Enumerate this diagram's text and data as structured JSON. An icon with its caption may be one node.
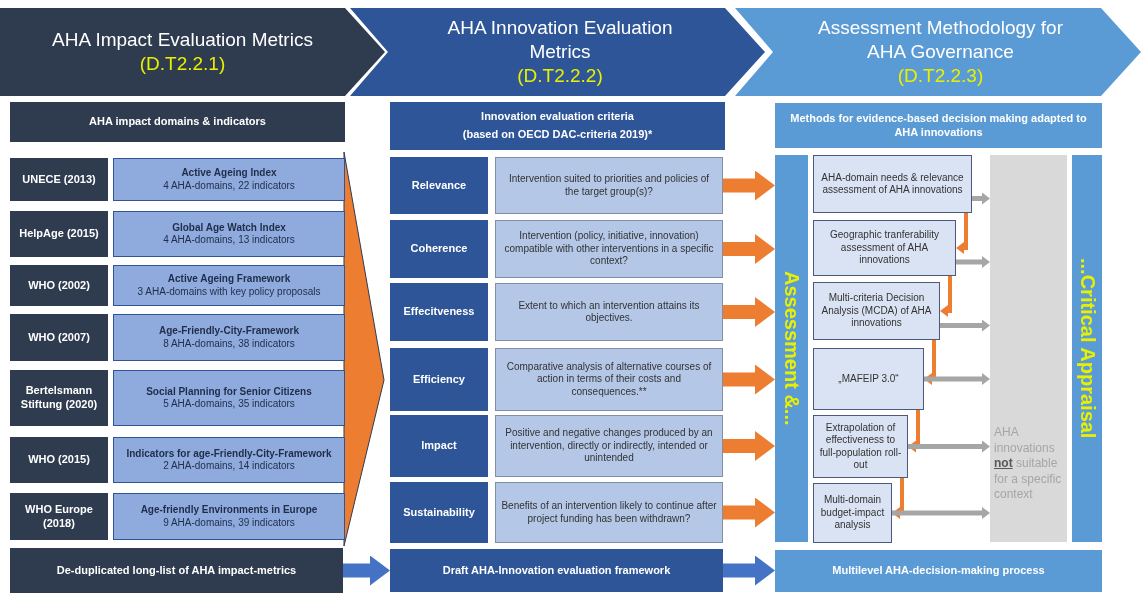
{
  "diagram": {
    "nodes": [
      {
        "text": [
          "AHA Impact Evaluation Metrics",
          "(D.T2.2.1)"
        ]
      },
      {
        "text": [
          "AHA Innovation Evaluation Metrics",
          "(D.T2.2.2)"
        ]
      },
      {
        "text": [
          "Assessment Methodology for AHA Governance",
          "(D.T2.2.3)"
        ]
      },
      {
        "text": [
          "AHA impact domains & indicators"
        ]
      },
      {
        "text": [
          "UNECE (2013)"
        ]
      },
      {
        "text": [
          "Active Ageing Index",
          "4 AHA-domains, 22 indicators"
        ]
      },
      {
        "text": [
          "HelpAge (2015)"
        ]
      },
      {
        "text": [
          "Global Age Watch Index",
          "4 AHA-domains, 13 indicators"
        ]
      },
      {
        "text": [
          "WHO (2002)"
        ]
      },
      {
        "text": [
          "Active Ageing Framework",
          "3 AHA-domains with key policy proposals"
        ]
      },
      {
        "text": [
          "WHO (2007)"
        ]
      },
      {
        "text": [
          "Age-Friendly-City-Framework",
          "8 AHA-domains, 38 indicators"
        ]
      },
      {
        "text": [
          "Bertelsmann Stiftung (2020)"
        ]
      },
      {
        "text": [
          "Social Planning for Senior Citizens",
          "5 AHA-domains, 35 indicators"
        ]
      },
      {
        "text": [
          "WHO (2015)"
        ]
      },
      {
        "text": [
          "Indicators for age-Friendly-City-Framework",
          "2 AHA-domains, 14 indicators"
        ]
      },
      {
        "text": [
          "WHO Europe (2018)"
        ]
      },
      {
        "text": [
          "Age-friendly Environments in Europe",
          "9 AHA-domains, 39 indicators"
        ]
      },
      {
        "text": [
          "De-duplicated long-list of AHA impact-metrics"
        ]
      },
      {
        "text": [
          "Innovation evaluation criteria",
          "(based on OECD DAC-criteria 2019)*"
        ]
      },
      {
        "text": [
          "Relevance"
        ]
      },
      {
        "text": [
          "Intervention suited to priorities and policies of the target group(s)?"
        ]
      },
      {
        "text": [
          "Coherence"
        ]
      },
      {
        "text": [
          "Intervention (policy, initiative, innovation) compatible with other interventions in a specific context?"
        ]
      },
      {
        "text": [
          "Effecitveness"
        ]
      },
      {
        "text": [
          "Extent to which an intervention attains its objectives."
        ]
      },
      {
        "text": [
          "Efficiency"
        ]
      },
      {
        "text": [
          "Comparative analysis of alternative courses of action in terms of their costs and consequences.**"
        ]
      },
      {
        "text": [
          "Impact"
        ]
      },
      {
        "text": [
          "Positive and negative changes produced by an intervention, directly or indirectly, intended or unintended"
        ]
      },
      {
        "text": [
          "Sustainability"
        ]
      },
      {
        "text": [
          "Benefits of an intervention likely to continue after project funding has been withdrawn?"
        ]
      },
      {
        "text": [
          "Draft AHA-Innovation evaluation framework"
        ]
      },
      {
        "text": [
          "Methods for evidence-based decision making adapted to AHA innovations"
        ]
      },
      {
        "text": [
          "Assessment &..."
        ]
      },
      {
        "text": [
          "AHA-domain needs & relevance assessment of AHA innovations"
        ]
      },
      {
        "text": [
          "Geographic tranferability assessment of AHA innovations"
        ]
      },
      {
        "text": [
          "Multi-criteria Decision Analysis (MCDA) of AHA innovations"
        ]
      },
      {
        "text": [
          "„MAFEIP 3.0“"
        ]
      },
      {
        "text": [
          "Extrapolation of effectiveness to full-population roll-out"
        ]
      },
      {
        "text": [
          "Multi-domain budget-impact analysis"
        ]
      },
      {
        "text": [
          "AHA innovations **not** suitable for a specific context"
        ]
      },
      {
        "text": [
          "...Critical Appraisal"
        ]
      },
      {
        "text": [
          "Multilevel AHA-decision-making process"
        ]
      }
    ],
    "edges": [
      {
        "from": 18,
        "to": 32,
        "arrow": "to",
        "style": "thick",
        "color": "#4472c4"
      },
      {
        "from": 32,
        "to": 43,
        "arrow": "to",
        "style": "thick",
        "color": "#4472c4"
      },
      {
        "from": 21,
        "to": 34,
        "arrow": "to",
        "style": "thick"
      },
      {
        "from": 23,
        "to": 34,
        "arrow": "to",
        "style": "thick"
      },
      {
        "from": 25,
        "to": 34,
        "arrow": "to",
        "style": "thick"
      },
      {
        "from": 27,
        "to": 34,
        "arrow": "to",
        "style": "thick"
      },
      {
        "from": 29,
        "to": 34,
        "arrow": "to",
        "style": "thick"
      },
      {
        "from": 31,
        "to": 34,
        "arrow": "to",
        "style": "thick"
      },
      {
        "from": 35,
        "to": 36,
        "arrow": "to"
      },
      {
        "from": 36,
        "to": 37,
        "arrow": "to"
      },
      {
        "from": 37,
        "to": 38,
        "arrow": "to"
      },
      {
        "from": 38,
        "to": 39,
        "arrow": "to"
      },
      {
        "from": 39,
        "to": 40,
        "arrow": "to"
      },
      {
        "from": 35,
        "to": 41,
        "arrow": "to",
        "color": "#a6a6a6"
      },
      {
        "from": 36,
        "to": 41,
        "arrow": "to",
        "color": "#a6a6a6"
      },
      {
        "from": 37,
        "to": 41,
        "arrow": "to",
        "color": "#a6a6a6"
      },
      {
        "from": 38,
        "to": 41,
        "arrow": "to",
        "color": "#a6a6a6"
      },
      {
        "from": 39,
        "to": 41,
        "arrow": "to",
        "color": "#a6a6a6"
      },
      {
        "from": 40,
        "to": 41,
        "arrow": "to",
        "color": "#a6a6a6"
      }
    ]
  }
}
